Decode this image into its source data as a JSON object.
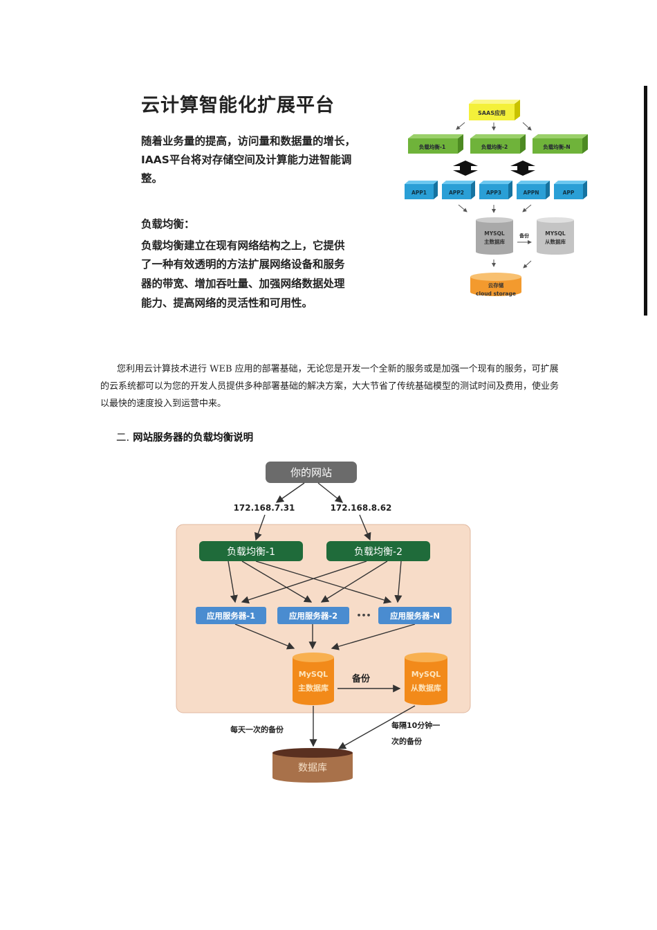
{
  "figure1": {
    "title": "云计算智能化扩展平台",
    "intro_lines": [
      "随着业务量的提高，访问量和数据量的增长，",
      "IAAS平台将对存储空间及计算能力进智能调",
      "整。"
    ],
    "lb_heading": "负载均衡：",
    "lb_lines": [
      "负载均衡建立在现有网络结构之上，它提供",
      "了一种有效透明的方法扩展网络设备和服务",
      "器的带宽、增加吞吐量、加强网络数据处理",
      "能力、提高网络的灵活性和可用性。"
    ],
    "saas": "SAAS应用",
    "lbs": [
      "负载均衡-1",
      "负载均衡-2",
      "负载均衡-N"
    ],
    "apps": [
      "APP1",
      "APP2",
      "APP3",
      "APPN",
      "APP"
    ],
    "mysql_master": [
      "MYSQL",
      "主数据库"
    ],
    "backup": "备份",
    "mysql_slave": [
      "MYSQL",
      "从数据库"
    ],
    "cloud": [
      "云存储",
      "cloud storage"
    ]
  },
  "paragraph": "您利用云计算技术进行 WEB 应用的部署基础，无论您是开发一个全新的服务或是加强一个现有的服务，可扩展的云系统都可以为您的开发人员提供多种部署基础的解决方案，大大节省了传统基础模型的测试时间及费用，使业务以最快的速度投入到运营中来。",
  "section": {
    "number": "二.",
    "title": "网站服务器的负载均衡说明"
  },
  "figure2": {
    "site": "你的网站",
    "ips": [
      "172.168.7.31",
      "172.168.8.62"
    ],
    "lbs": [
      "负载均衡-1",
      "负载均衡-2"
    ],
    "servers": [
      "应用服务器-1",
      "应用服务器-2",
      "应用服务器-N"
    ],
    "ellipsis": "•••",
    "master": [
      "MySQL",
      "主数据库"
    ],
    "slave": [
      "MySQL",
      "从数据库"
    ],
    "backup": "备份",
    "daily": "每天一次的备份",
    "interval": [
      "每隔10分钟一",
      "次的备份"
    ],
    "db": "数据库"
  }
}
